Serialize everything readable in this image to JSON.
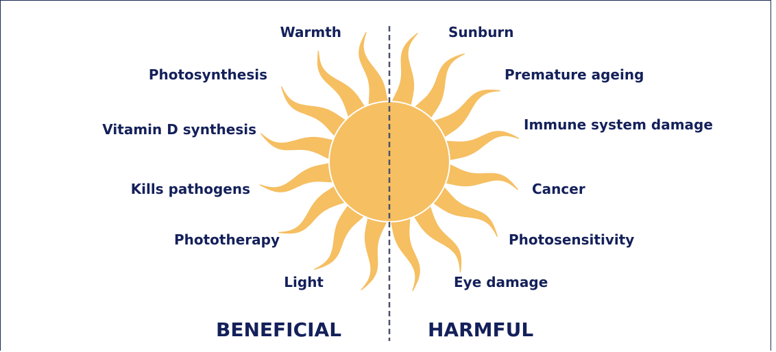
{
  "beneficial": {
    "heading": "BENEFICIAL",
    "items": [
      "Warmth",
      "Photosynthesis",
      "Vitamin D synthesis",
      "Kills pathogens",
      "Phototherapy",
      "Light"
    ]
  },
  "harmful": {
    "heading": "HARMFUL",
    "items": [
      "Sunburn",
      "Premature ageing",
      "Immune system damage",
      "Cancer",
      "Photosensitivity",
      "Eye damage"
    ]
  },
  "colors": {
    "sun": "#f5bf62",
    "text": "#14205a",
    "divider": "#4a5068",
    "frame": "#1b2a55"
  }
}
